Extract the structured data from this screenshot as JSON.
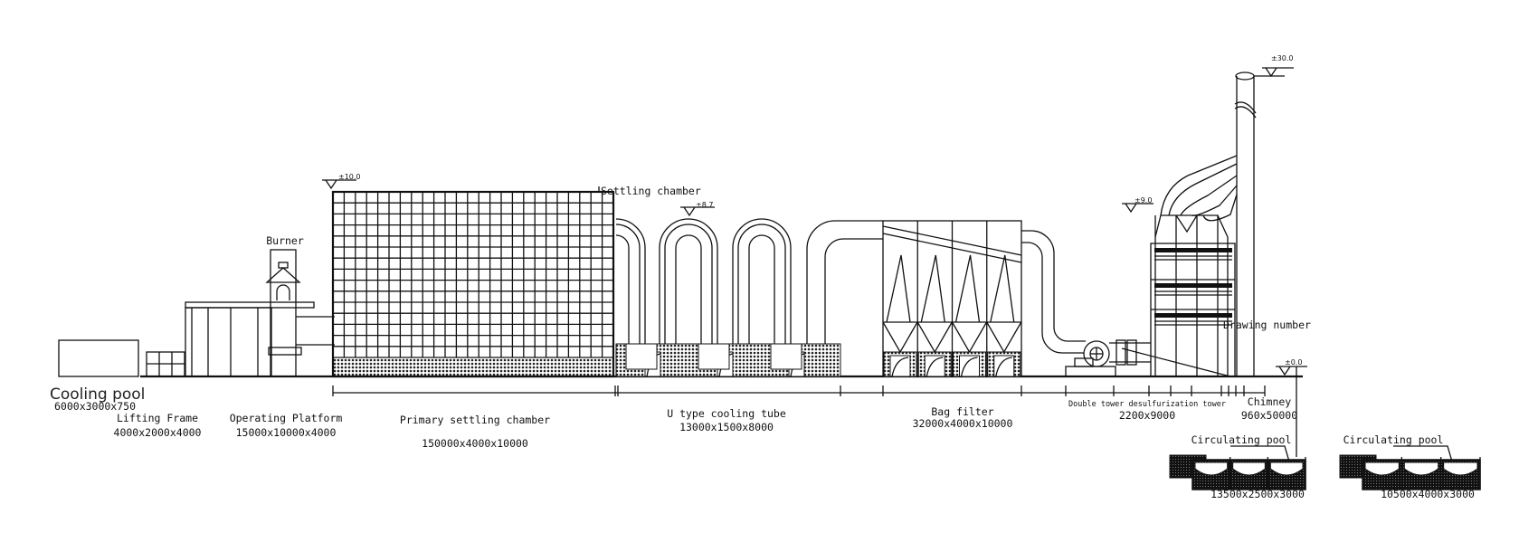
{
  "labels": {
    "cooling_pool": "Cooling pool",
    "cooling_pool_dim": "6000x3000x750",
    "lifting_frame": "Lifting Frame",
    "lifting_frame_dim": "4000x2000x4000",
    "operating_platform": "Operating Platform",
    "operating_platform_dim": "15000x10000x4000",
    "burner": "Burner",
    "primary_settling": "Primary settling chamber",
    "primary_settling_dim": "150000x4000x10000",
    "settling_chamber": "Settling chamber",
    "u_tube": "U type cooling tube",
    "u_tube_dim": "13000x1500x8000",
    "bag_filter": "Bag filter",
    "bag_filter_dim": "32000x4000x10000",
    "desulf_tower": "Double tower desulfurization tower",
    "desulf_tower_dim": "2200x9000",
    "chimney": "Chimney",
    "chimney_dim": "960x50000",
    "drawing_number": "Drawing number",
    "circ_pool_1": "Circulating pool",
    "circ_pool_1_dim": "13500x2500x3000",
    "circ_pool_2": "Circulating pool",
    "circ_pool_2_dim": "10500x4000x3000"
  },
  "elevations": {
    "settling_top": "±10.0",
    "u_tube_top": "±8.7",
    "tower_top": "±9.0",
    "chimney_top": "±30.0",
    "ground": "±0.0"
  }
}
